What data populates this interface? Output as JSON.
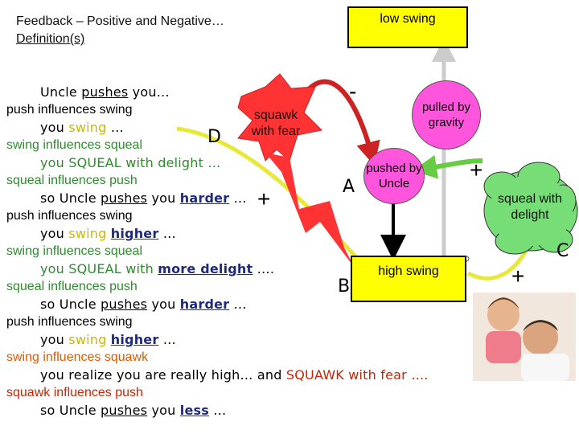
{
  "header": {
    "title": "Feedback – Positive and Negative…",
    "subtitle": "Definition(s)"
  },
  "story": [
    {
      "indent": true,
      "parts": [
        [
          "Uncle ",
          ""
        ],
        [
          "pushes",
          "u"
        ],
        [
          " you…",
          ""
        ]
      ]
    },
    {
      "indent": false,
      "parts": [
        [
          "push influences swing",
          ""
        ]
      ]
    },
    {
      "indent": true,
      "parts": [
        [
          "you ",
          ""
        ],
        [
          "swing",
          "y"
        ],
        [
          " …",
          ""
        ]
      ]
    },
    {
      "indent": false,
      "parts": [
        [
          "swing influences squeal",
          "g"
        ]
      ]
    },
    {
      "indent": true,
      "parts": [
        [
          "you SQUEAL with delight …",
          "g"
        ]
      ]
    },
    {
      "indent": false,
      "parts": [
        [
          "squeal influences push",
          "g"
        ]
      ]
    },
    {
      "indent": true,
      "parts": [
        [
          "so Uncle ",
          ""
        ],
        [
          "pushes",
          "u"
        ],
        [
          " you ",
          ""
        ],
        [
          "harder",
          "hl"
        ],
        [
          " …",
          ""
        ]
      ]
    },
    {
      "indent": false,
      "parts": [
        [
          "push influences swing",
          ""
        ]
      ]
    },
    {
      "indent": true,
      "parts": [
        [
          "you ",
          ""
        ],
        [
          "swing",
          "y"
        ],
        [
          " ",
          ""
        ],
        [
          "higher",
          "hl"
        ],
        [
          " …",
          ""
        ]
      ]
    },
    {
      "indent": false,
      "parts": [
        [
          "swing influences squeal",
          "g"
        ]
      ]
    },
    {
      "indent": true,
      "parts": [
        [
          "you SQUEAL with ",
          "g"
        ],
        [
          "more delight",
          "hl"
        ],
        [
          " ….",
          ""
        ]
      ]
    },
    {
      "indent": false,
      "parts": [
        [
          "squeal influences push",
          "g"
        ]
      ]
    },
    {
      "indent": true,
      "parts": [
        [
          "so Uncle ",
          ""
        ],
        [
          "pushes",
          "u"
        ],
        [
          " you ",
          ""
        ],
        [
          "harder",
          "hl"
        ],
        [
          " …",
          ""
        ]
      ]
    },
    {
      "indent": false,
      "parts": [
        [
          "push influences swing",
          ""
        ]
      ]
    },
    {
      "indent": true,
      "parts": [
        [
          "you ",
          ""
        ],
        [
          "swing",
          "y"
        ],
        [
          " ",
          ""
        ],
        [
          "higher",
          "hl"
        ],
        [
          " …",
          ""
        ]
      ]
    },
    {
      "indent": false,
      "parts": [
        [
          "swing influences squawk",
          "o"
        ]
      ]
    },
    {
      "indent": true,
      "parts": [
        [
          "you realize you are really high… and ",
          ""
        ],
        [
          "SQUAWK with fear ….",
          "r"
        ]
      ]
    },
    {
      "indent": false,
      "parts": [
        [
          "squawk influences push",
          "r"
        ]
      ]
    },
    {
      "indent": true,
      "parts": [
        [
          "so Uncle ",
          ""
        ],
        [
          "pushes",
          "u"
        ],
        [
          " you ",
          ""
        ],
        [
          "less",
          "hl"
        ],
        [
          " …",
          ""
        ]
      ]
    }
  ],
  "diagram": {
    "low_swing": "low swing",
    "high_swing": "high swing",
    "pulled_by_gravity": "pulled by gravity",
    "pushed_by_uncle": "pushed by Uncle",
    "squawk": "squawk with fear",
    "squeal": "squeal with delight",
    "minus_sign": "-",
    "plus_signs": [
      "+",
      "+",
      "+"
    ],
    "loop_labels": {
      "a": "A",
      "b": "B",
      "c": "C",
      "d": "D"
    },
    "colors": {
      "box_fill": "#ffff00",
      "circle_fill": "#ff55dd",
      "squawk_fill": "#ff3333",
      "cloud_fill": "#77dd77",
      "red_arrow": "#cc2222",
      "yellow_arrow": "#e8e83a",
      "green_arrow": "#66cc44"
    }
  },
  "photo": {
    "icon": "uncle-and-child-photo"
  }
}
